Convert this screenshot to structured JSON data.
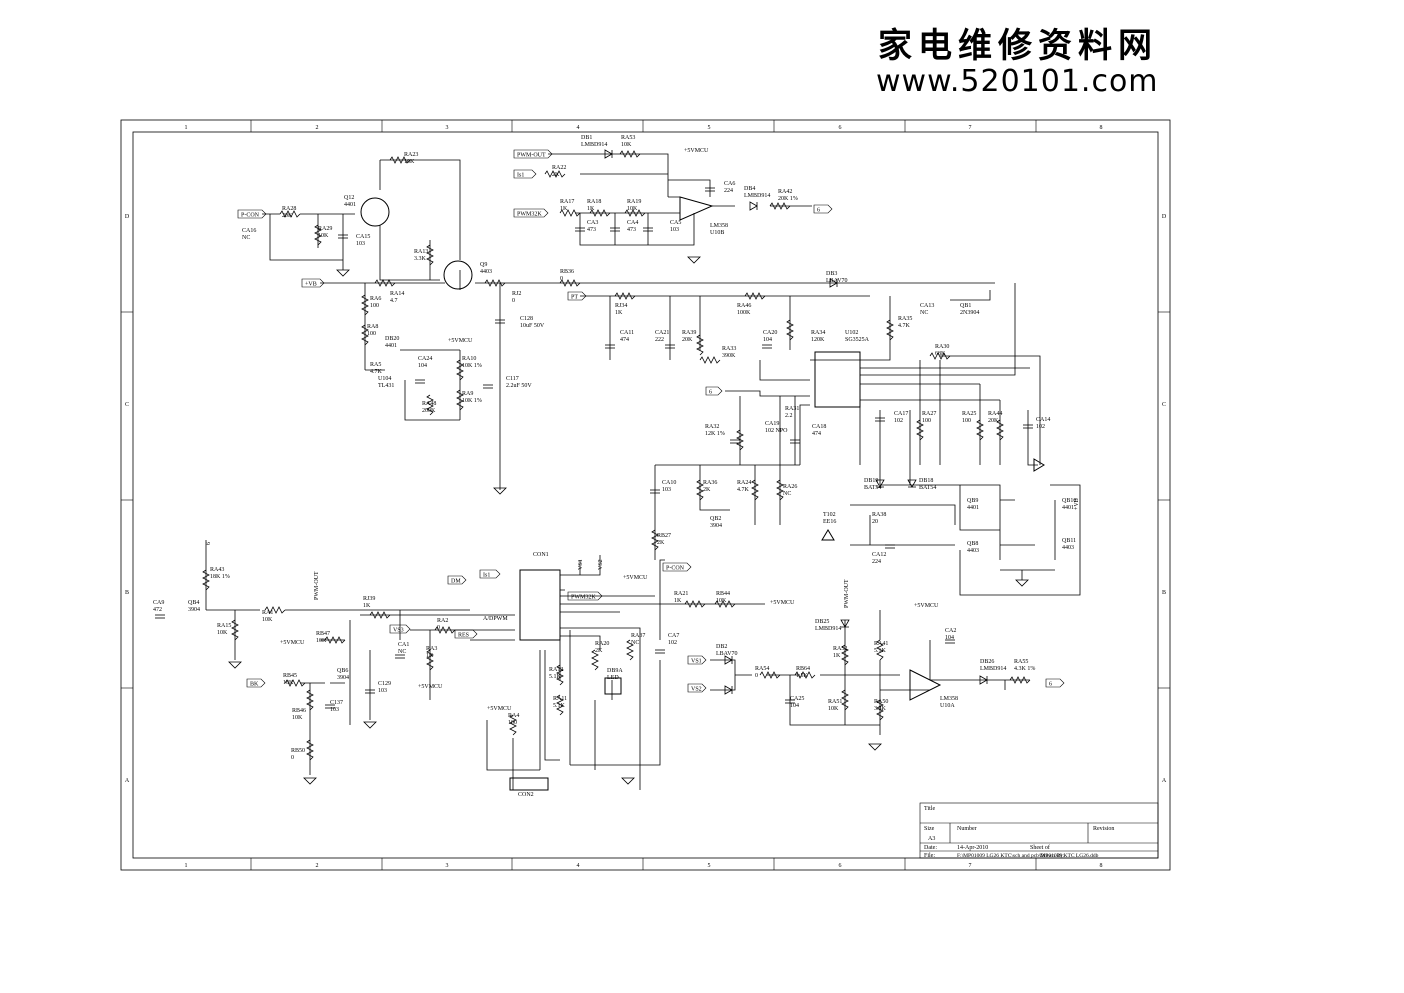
{
  "watermark": {
    "chinese": "家电维修资料网",
    "url": "www.520101.com"
  },
  "frame": {
    "col_numbers": [
      "1",
      "2",
      "3",
      "4",
      "5",
      "6",
      "7",
      "8"
    ],
    "row_letters": [
      "D",
      "C",
      "B",
      "A"
    ]
  },
  "title_block": {
    "title_label": "Title",
    "size_label": "Size",
    "size_value": "A3",
    "number_label": "Number",
    "revision_label": "Revision",
    "date_label": "Date:",
    "date_value": "14-Apr-2010",
    "sheet_label": "Sheet    of",
    "file_label": "File:",
    "file_value": "F:\\MP01009 LG26 KTC\\sch and pcb\\MP01009 KTC LG26.ddb",
    "drawn_by_label": "Drawn By:"
  },
  "nets": {
    "pwm_out": "PWM-OUT",
    "is1": "Is1",
    "pwm32k": "PWM32K",
    "p_con": "P-CON",
    "vb": "+VB",
    "pt": "PT",
    "num6": "6",
    "dm": "DM",
    "res": "RES",
    "bk": "BK",
    "vs1": "VS1",
    "vs2": "VS2",
    "vs3": "VS3",
    "five_vmcu": "+5VMCU",
    "adepwm": "A/DPWM",
    "led": "LED"
  },
  "components": [
    {
      "ref": "DB1",
      "val": "LMBD914"
    },
    {
      "ref": "RA53",
      "val": "10K"
    },
    {
      "ref": "RA22",
      "val": "2K"
    },
    {
      "ref": "RA17",
      "val": "1K"
    },
    {
      "ref": "RA18",
      "val": "1K"
    },
    {
      "ref": "RA19",
      "val": "10K"
    },
    {
      "ref": "CA3",
      "val": "473"
    },
    {
      "ref": "CA4",
      "val": "473"
    },
    {
      "ref": "CA5",
      "val": "103"
    },
    {
      "ref": "CA6",
      "val": "224"
    },
    {
      "ref": "DB4",
      "val": "LMBD914"
    },
    {
      "ref": "RA42",
      "val": "20K 1%"
    },
    {
      "ref": "LM358",
      "val": "U10B"
    },
    {
      "ref": "RA23",
      "val": "10K"
    },
    {
      "ref": "Q12",
      "val": "4401"
    },
    {
      "ref": "RA28",
      "val": "20K"
    },
    {
      "ref": "RA29",
      "val": "10K"
    },
    {
      "ref": "CA15",
      "val": "103"
    },
    {
      "ref": "CA16",
      "val": "NC"
    },
    {
      "ref": "RA13",
      "val": "3.3K"
    },
    {
      "ref": "Q9",
      "val": "4403"
    },
    {
      "ref": "RA14",
      "val": "4.7"
    },
    {
      "ref": "RB36",
      "val": "0"
    },
    {
      "ref": "RJ2",
      "val": "0"
    },
    {
      "ref": "RA6",
      "val": "100"
    },
    {
      "ref": "RA8",
      "val": "100"
    },
    {
      "ref": "C128",
      "val": "10uF 50V"
    },
    {
      "ref": "DB3",
      "val": "LBAV70"
    },
    {
      "ref": "RJ34",
      "val": "1K"
    },
    {
      "ref": "RA46",
      "val": "100K"
    },
    {
      "ref": "CA13",
      "val": "NC"
    },
    {
      "ref": "QB1",
      "val": "2N3904"
    },
    {
      "ref": "DB20",
      "val": "4401"
    },
    {
      "ref": "CA24",
      "val": "104"
    },
    {
      "ref": "RA10",
      "val": "10K 1%"
    },
    {
      "ref": "RA5",
      "val": "4.7K"
    },
    {
      "ref": "U104",
      "val": "TL431"
    },
    {
      "ref": "RA48",
      "val": "200K"
    },
    {
      "ref": "RA9",
      "val": "10K 1%"
    },
    {
      "ref": "C117",
      "val": "2.2uF 50V"
    },
    {
      "ref": "CA11",
      "val": "474"
    },
    {
      "ref": "CA21",
      "val": "222"
    },
    {
      "ref": "RA39",
      "val": "20K"
    },
    {
      "ref": "RA33",
      "val": "390K"
    },
    {
      "ref": "CA20",
      "val": "104"
    },
    {
      "ref": "RA34",
      "val": "120K"
    },
    {
      "ref": "U102",
      "val": "SG3525A"
    },
    {
      "ref": "RA35",
      "val": "4.7K"
    },
    {
      "ref": "RA30",
      "val": "68K"
    },
    {
      "ref": "RA32",
      "val": "12K 1%"
    },
    {
      "ref": "CA19",
      "val": "102 NPO"
    },
    {
      "ref": "RA31",
      "val": "2.2"
    },
    {
      "ref": "CA18",
      "val": "474"
    },
    {
      "ref": "CA17",
      "val": "102"
    },
    {
      "ref": "RA27",
      "val": "100"
    },
    {
      "ref": "RA25",
      "val": "100"
    },
    {
      "ref": "RA44",
      "val": "20K"
    },
    {
      "ref": "CA14",
      "val": "102"
    },
    {
      "ref": "CA10",
      "val": "103"
    },
    {
      "ref": "RA36",
      "val": "2K"
    },
    {
      "ref": "RA24",
      "val": "4.7K"
    },
    {
      "ref": "RA26",
      "val": "NC"
    },
    {
      "ref": "QB2",
      "val": "3904"
    },
    {
      "ref": "DB19",
      "val": "BAT54"
    },
    {
      "ref": "DB18",
      "val": "BAT54"
    },
    {
      "ref": "QB9",
      "val": "4401"
    },
    {
      "ref": "QB10",
      "val": "4401"
    },
    {
      "ref": "QB8",
      "val": "4403"
    },
    {
      "ref": "QB11",
      "val": "4403"
    },
    {
      "ref": "T102",
      "val": "EE16"
    },
    {
      "ref": "RA38",
      "val": "20"
    },
    {
      "ref": "CA12",
      "val": "224"
    },
    {
      "ref": "RB27",
      "val": "2K"
    },
    {
      "ref": "RA43",
      "val": "18K 1%"
    },
    {
      "ref": "CA9",
      "val": "472"
    },
    {
      "ref": "QB4",
      "val": "3904"
    },
    {
      "ref": "RA15",
      "val": "10K"
    },
    {
      "ref": "RA1",
      "val": "10K"
    },
    {
      "ref": "RJ39",
      "val": "1K"
    },
    {
      "ref": "CON1",
      "val": ""
    },
    {
      "ref": "RA21",
      "val": "1K"
    },
    {
      "ref": "RB44",
      "val": "10K"
    },
    {
      "ref": "RB47",
      "val": "10K"
    },
    {
      "ref": "CA1",
      "val": "NC"
    },
    {
      "ref": "RA3",
      "val": "1K"
    },
    {
      "ref": "RA2",
      "val": "0"
    },
    {
      "ref": "RA20",
      "val": "2K"
    },
    {
      "ref": "RA37",
      "val": "NC"
    },
    {
      "ref": "CA7",
      "val": "102"
    },
    {
      "ref": "QB6",
      "val": "3904"
    },
    {
      "ref": "RB45",
      "val": "10K"
    },
    {
      "ref": "RB46",
      "val": "10K"
    },
    {
      "ref": "C137",
      "val": "103"
    },
    {
      "ref": "C129",
      "val": "103"
    },
    {
      "ref": "RB50",
      "val": "0"
    },
    {
      "ref": "RA12",
      "val": "5.1K"
    },
    {
      "ref": "RA11",
      "val": "5.1K"
    },
    {
      "ref": "DB9A",
      "val": "LED"
    },
    {
      "ref": "RA4",
      "val": "100"
    },
    {
      "ref": "CON2",
      "val": ""
    },
    {
      "ref": "DB25",
      "val": "LMBD914"
    },
    {
      "ref": "DB2",
      "val": "LBAV70"
    },
    {
      "ref": "RA54",
      "val": "0"
    },
    {
      "ref": "RB64",
      "val": "1.5K"
    },
    {
      "ref": "CA25",
      "val": "104"
    },
    {
      "ref": "RA52",
      "val": "1K"
    },
    {
      "ref": "RA41",
      "val": "5.1K"
    },
    {
      "ref": "RA51",
      "val": "10K"
    },
    {
      "ref": "RA50",
      "val": "3.3K"
    },
    {
      "ref": "CA2",
      "val": "104"
    },
    {
      "ref": "LM358",
      "val": "U10A"
    },
    {
      "ref": "DB26",
      "val": "LMBD914"
    },
    {
      "ref": "RA55",
      "val": "4.3K 1%"
    }
  ]
}
